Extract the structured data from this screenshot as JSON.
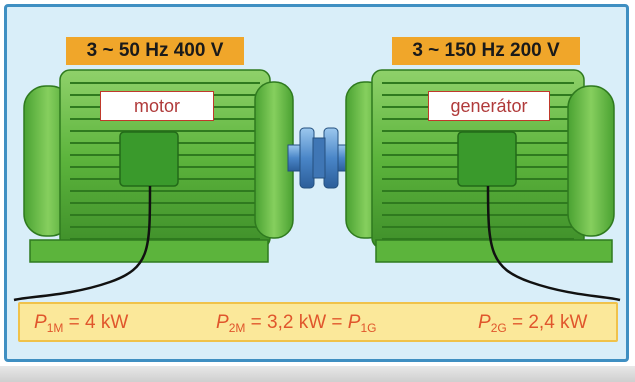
{
  "motor": {
    "supply": "3 ~ 50 Hz 400 V",
    "name": "motor"
  },
  "generator": {
    "supply": "3 ~ 150 Hz 200 V",
    "name": "generátor"
  },
  "formulas": {
    "p1m": {
      "symbol": "P",
      "sub": "1M",
      "rest": " = 4 kW"
    },
    "p2m": {
      "symbol": "P",
      "sub": "2M",
      "rest": " = 3,2 kW = ",
      "symbol2": "P",
      "sub2": "1G"
    },
    "p2g": {
      "symbol": "P",
      "sub": "2G",
      "rest": " = 2,4 kW"
    }
  },
  "colors": {
    "frame_border": "#3f8fc2",
    "background": "#d9eef9",
    "machine_green": "#6cc04a",
    "label_orange": "#f0a62a",
    "formula_bar": "#fbe89a",
    "formula_text": "#e0562c",
    "coupling_blue": "#4a86c8"
  }
}
